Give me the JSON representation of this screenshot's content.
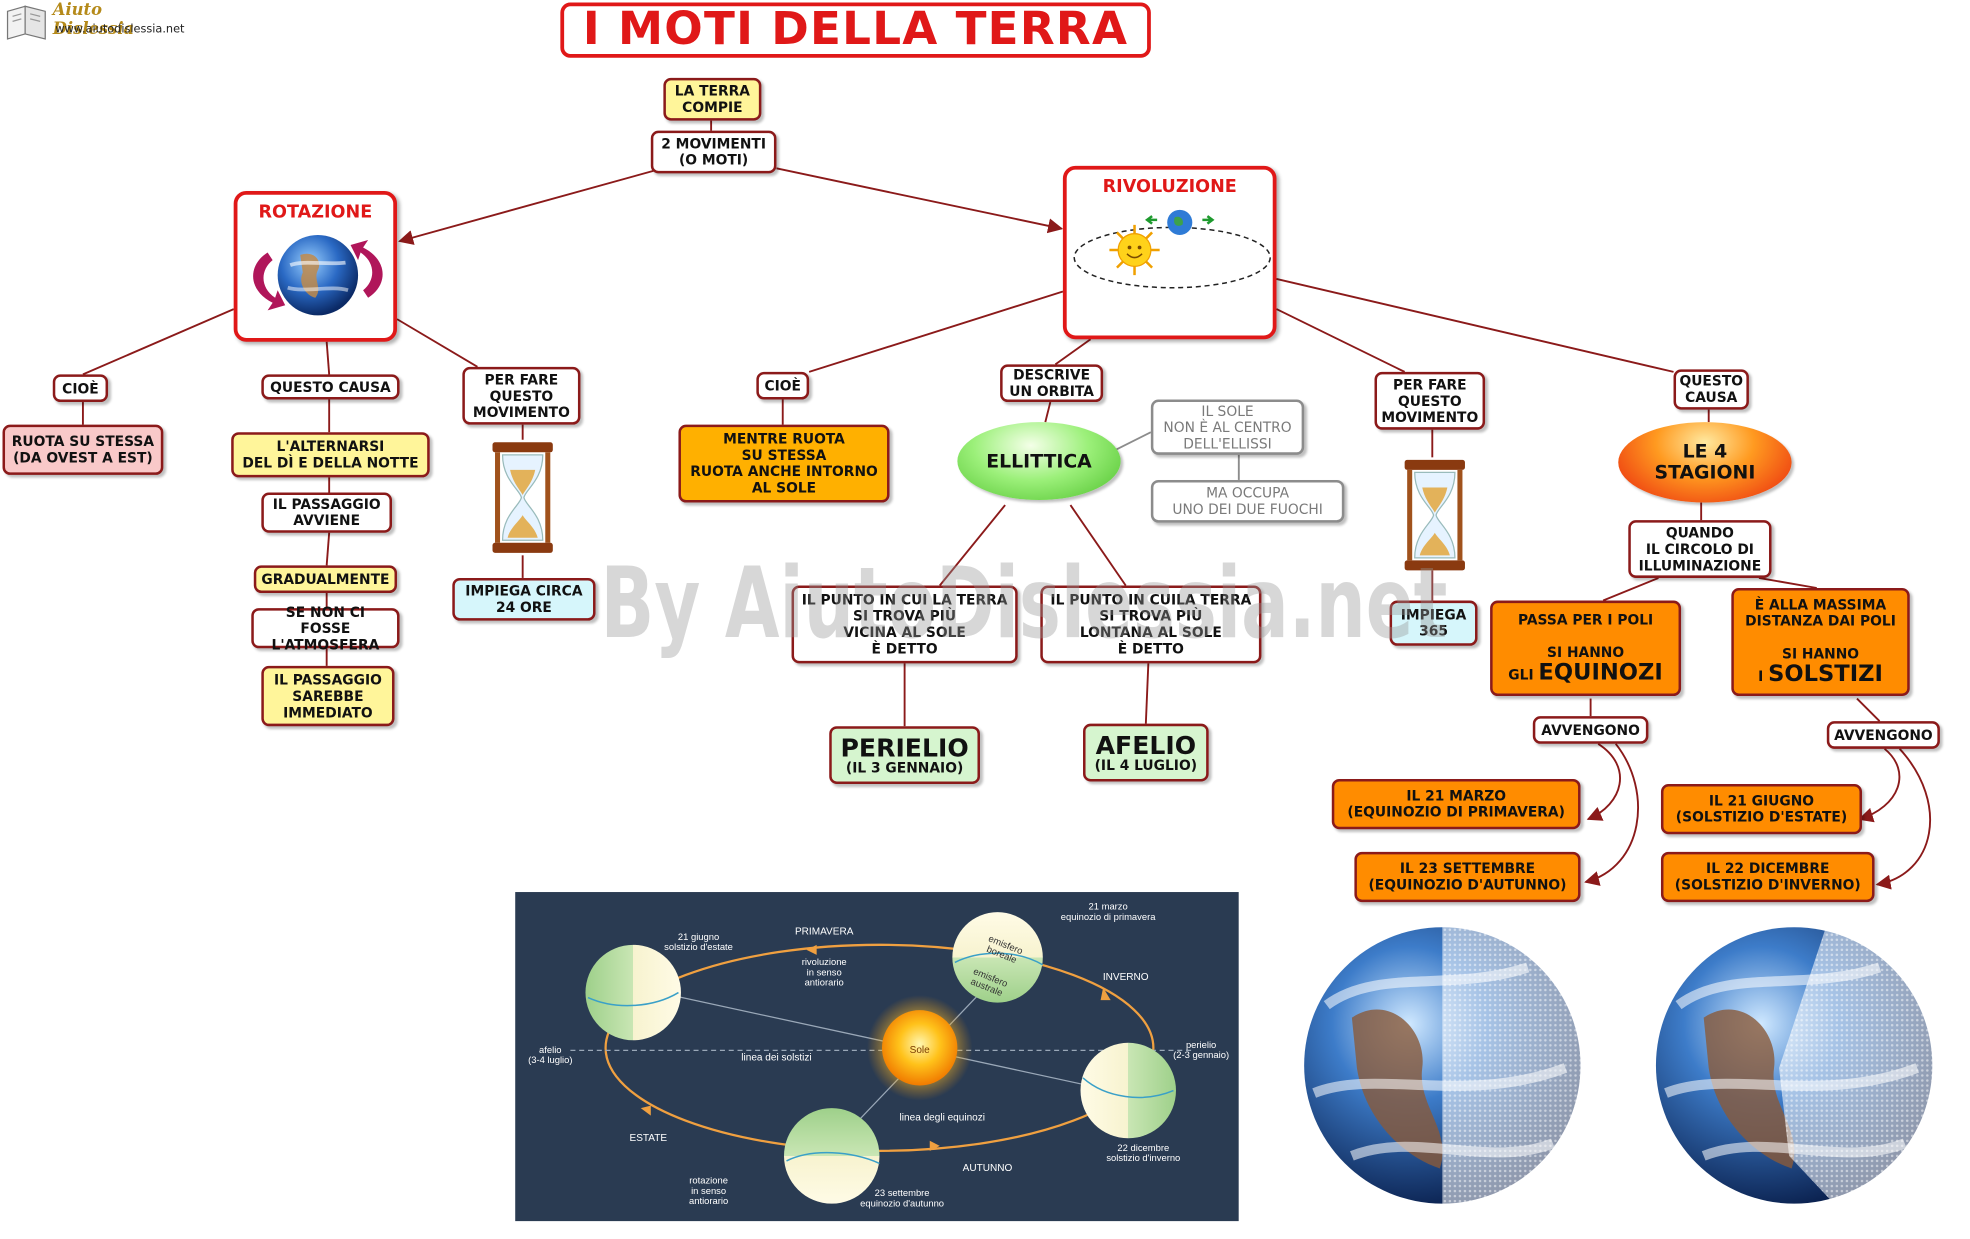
{
  "logo": {
    "name": "Aiuto Dislessia",
    "url": "www.aiutodislessia.net"
  },
  "title": "I MOTI DELLA TERRA",
  "watermark": "By AiutoDislessia.net",
  "nodes": {
    "la_terra": "LA TERRA\nCOMPIE",
    "due_movimenti": "2 MOVIMENTI\n(O MOTI)",
    "rotazione": "ROTAZIONE",
    "rivoluzione": "RIVOLUZIONE",
    "cioe_rot": "CIOÈ",
    "ruota_stessa": "RUOTA SU STESSA\n(DA OVEST A EST)",
    "questo_causa": "QUESTO CAUSA",
    "alternarsi": "L'ALTERNARSI\nDEL DÌ E DELLA NOTTE",
    "passaggio": "IL PASSAGGIO\nAVVIENE",
    "gradualmente": "GRADUALMENTE",
    "se_non": "SE NON CI FOSSE\nL'ATMOSFERA",
    "immediato": "IL PASSAGGIO\nSAREBBE\nIMMEDIATO",
    "per_fare_rot": "PER FARE\nQUESTO\nMOVIMENTO",
    "impiega_24": "IMPIEGA CIRCA\n24 ORE",
    "cioe_riv": "CIOÈ",
    "mentre_ruota": "MENTRE RUOTA\nSU STESSA\nRUOTA ANCHE INTORNO\nAL SOLE",
    "descrive": "DESCRIVE\nUN ORBITA",
    "ellittica": "ELLITTICA",
    "sole_non": "IL SOLE\nNON È AL CENTRO\nDELL'ELLISSI",
    "occupa": "MA OCCUPA\nUNO DEI DUE FUOCHI",
    "punto_vicina": "IL PUNTO IN CUI LA TERRA\nSI TROVA PIÙ\nVICINA AL SOLE\nÈ DETTO",
    "punto_lontana": "IL PUNTO IN CUILA TERRA\nSI TROVA PIÙ\nLONTANA AL SOLE\nÈ DETTO",
    "perielio": "PERIELIO",
    "perielio_date": "(IL 3 GENNAIO)",
    "afelio": "AFELIO",
    "afelio_date": "(IL 4 LUGLIO)",
    "per_fare_riv": "PER FARE\nQUESTO\nMOVIMENTO",
    "impiega_365": "IMPIEGA\n365",
    "questo_causa2": "QUESTO\nCAUSA",
    "stagioni": "LE 4\nSTAGIONI",
    "quando": "QUANDO\nIL CIRCOLO DI\nILLUMINAZIONE",
    "passa_poli": "PASSA PER I POLI\n\nSI HANNO",
    "gli": "GLI",
    "equinozi": "EQUINOZI",
    "massima": "È ALLA MASSIMA\nDISTANZA DAI POLI\n\nSI HANNO",
    "i": "I",
    "solstizi": "SOLSTIZI",
    "avvengono1": "AVVENGONO",
    "avvengono2": "AVVENGONO",
    "marzo": "IL 21 MARZO\n(EQUINOZIO DI PRIMAVERA)",
    "settembre": "IL 23 SETTEMBRE\n(EQUINOZIO D'AUTUNNO)",
    "giugno": "IL 21 GIUGNO\n(SOLSTIZIO D'ESTATE)",
    "dicembre": "IL 22 DICEMBRE\n(SOLSTIZIO D'INVERNO)"
  },
  "orbit_diagram": {
    "primavera": "PRIMAVERA",
    "inverno": "INVERNO",
    "estate": "ESTATE",
    "autunno": "AUTUNNO",
    "sole": "Sole",
    "giugno": "21 giugno\nsolstizio d'estate",
    "marzo": "21 marzo\nequinozio di primavera",
    "rivoluzione": "rivoluzione\nin senso\nantiorario",
    "boreale": "emisfero\nboreale",
    "australe": "emisfero\naustrale",
    "afelio": "afelio\n(3-4 luglio)",
    "perielio": "perielio\n(2-3 gennaio)",
    "solstizi": "linea dei solstizi",
    "equinozi": "linea degli equinozi",
    "dicembre": "22 dicembre\nsolstizio d'inverno",
    "settembre": "23 settembre\nequinozio d'autunno",
    "rotazione": "rotazione\nin senso\nantiorario"
  },
  "colors": {
    "red": "#e01818",
    "border": "#8b1a1a",
    "yellow": "#fff59a",
    "orange": "#ffb000",
    "dark_orange": "#ff8c00",
    "panel": "#2a3b52"
  }
}
